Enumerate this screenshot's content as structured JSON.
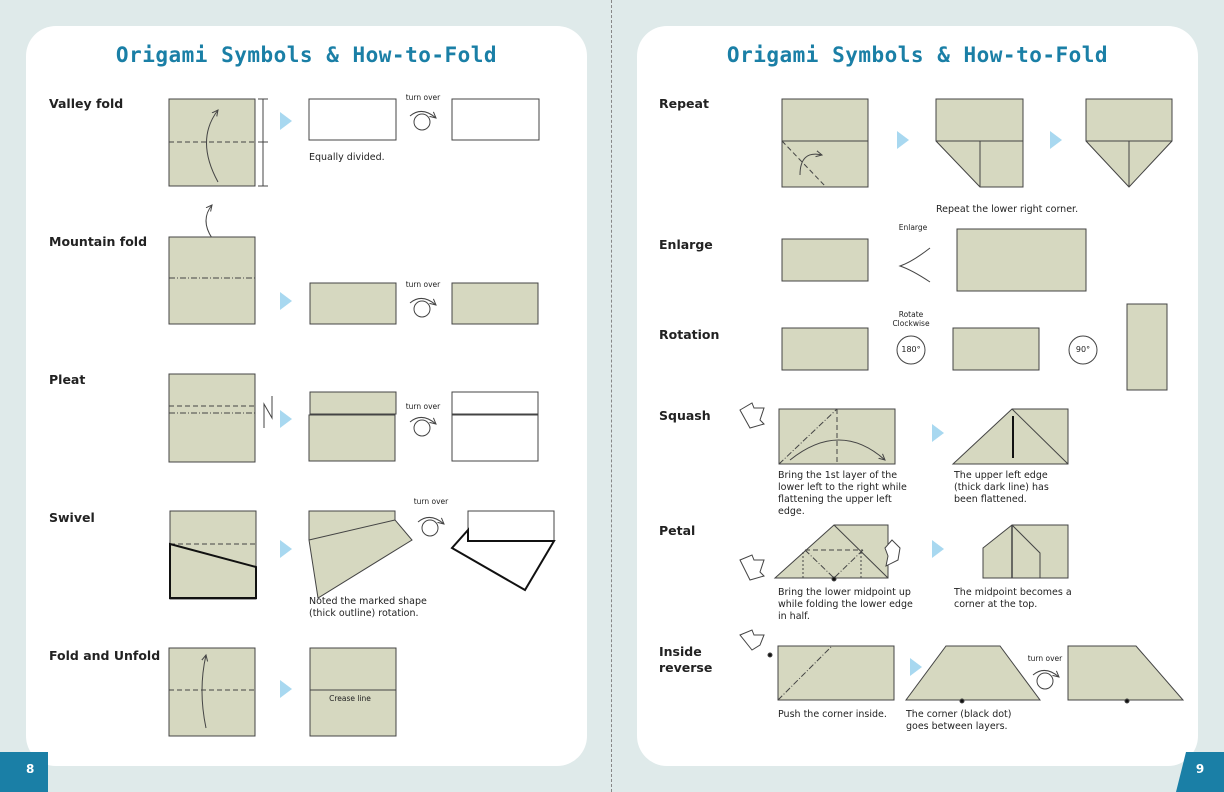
{
  "colors": {
    "title": "#1a7fa6",
    "paper": "#d6d8c0",
    "arrow": "#a8d8f0",
    "background": "#dfeaea"
  },
  "left_page": {
    "title": "Origami Symbols & How-to-Fold",
    "page_number": "8",
    "sections": [
      {
        "label": "Valley fold",
        "caption": "Equally divided.",
        "note": "turn over"
      },
      {
        "label": "Mountain fold",
        "note": "turn over"
      },
      {
        "label": "Pleat",
        "note": "turn over"
      },
      {
        "label": "Swivel",
        "caption": "Noted the marked shape (thick outline) rotation.",
        "note": "turn over"
      },
      {
        "label": "Fold and Unfold",
        "note": "Crease line"
      }
    ]
  },
  "right_page": {
    "title": "Origami Symbols & How-to-Fold",
    "page_number": "9",
    "sections": [
      {
        "label": "Repeat",
        "caption": "Repeat the lower right corner."
      },
      {
        "label": "Enlarge",
        "note": "Enlarge"
      },
      {
        "label": "Rotation",
        "note": "Rotate Clockwise",
        "angle1": "180°",
        "angle2": "90°"
      },
      {
        "label": "Squash",
        "caption1": "Bring the 1st layer of the lower left to the right while flattening the upper left edge.",
        "caption2": "The upper left edge (thick dark line) has been flattened."
      },
      {
        "label": "Petal",
        "caption1": "Bring the lower midpoint up while folding the lower edge in half.",
        "caption2": "The midpoint becomes a corner at the top."
      },
      {
        "label": "Inside reverse",
        "caption1": "Push the corner inside.",
        "caption2": "The corner (black dot) goes between layers.",
        "note": "turn over"
      }
    ]
  }
}
